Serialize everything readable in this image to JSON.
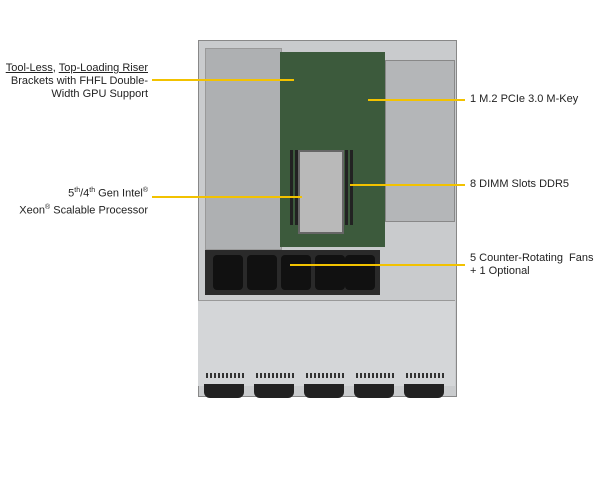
{
  "callouts": {
    "riser": {
      "part1": "Tool-Less",
      "sep": ", ",
      "part2": "Top-Loading Riser",
      "line2": "Brackets with FHFL Double-",
      "line3": "Width GPU Support"
    },
    "processor": {
      "gen": "5",
      "th1": "th",
      "slash": "/4",
      "th2": "th",
      "gen_rest": " Gen Intel",
      "reg1": "®",
      "xeon": "Xeon",
      "reg2": "®",
      "rest": " Scalable Processor"
    },
    "m2": "1 M.2 PCIe 3.0 M-Key",
    "dimm": "8 DIMM Slots DDR5",
    "fans": {
      "line1": "5 Counter-Rotating  Fans",
      "line2": "+ 1 Optional"
    }
  },
  "colors": {
    "callout_line": "#f2c200"
  }
}
